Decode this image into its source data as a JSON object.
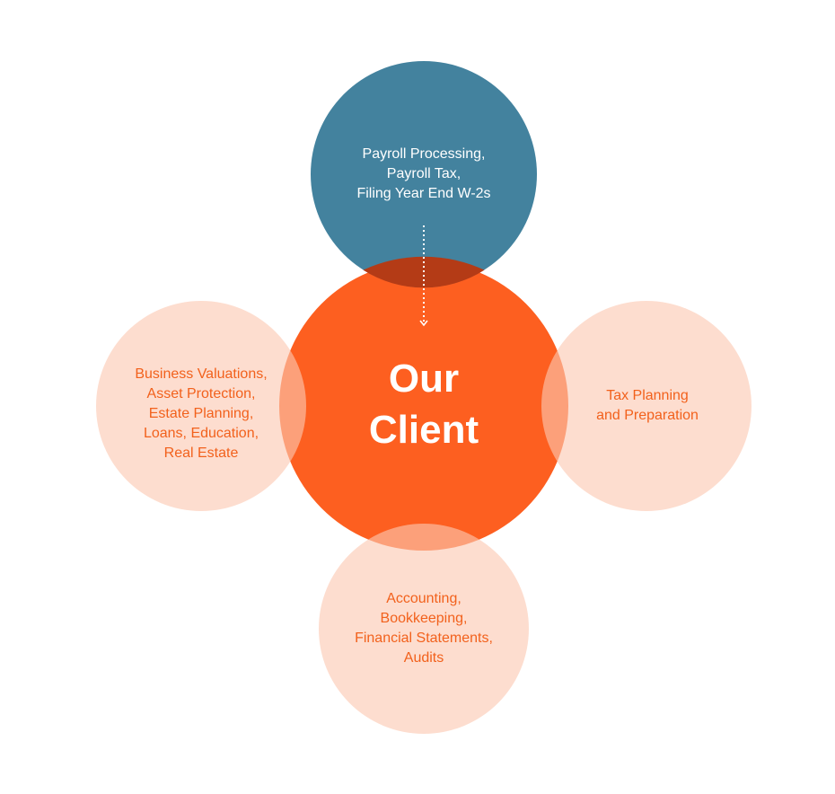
{
  "colors": {
    "top_circle": "#3f7f9c",
    "center_circle": "#fd5f20",
    "satellite_circle": "#fcd9cb",
    "satellite_text": "#f2611c",
    "center_text": "#ffffff",
    "arrow": "#ffffff"
  },
  "center": {
    "lines": [
      "Our",
      "Client"
    ]
  },
  "nodes": {
    "top": {
      "lines": [
        "Payroll Processing,",
        "Payroll Tax,",
        "Filing Year End W-2s"
      ]
    },
    "left": {
      "lines": [
        "Business Valuations,",
        "Asset Protection,",
        "Estate Planning,",
        "Loans, Education,",
        "Real Estate"
      ]
    },
    "right": {
      "lines": [
        "Tax Planning",
        "and Preparation"
      ]
    },
    "bottom": {
      "lines": [
        "Accounting,",
        "Bookkeeping,",
        "Financial Statements,",
        "Audits"
      ]
    }
  }
}
